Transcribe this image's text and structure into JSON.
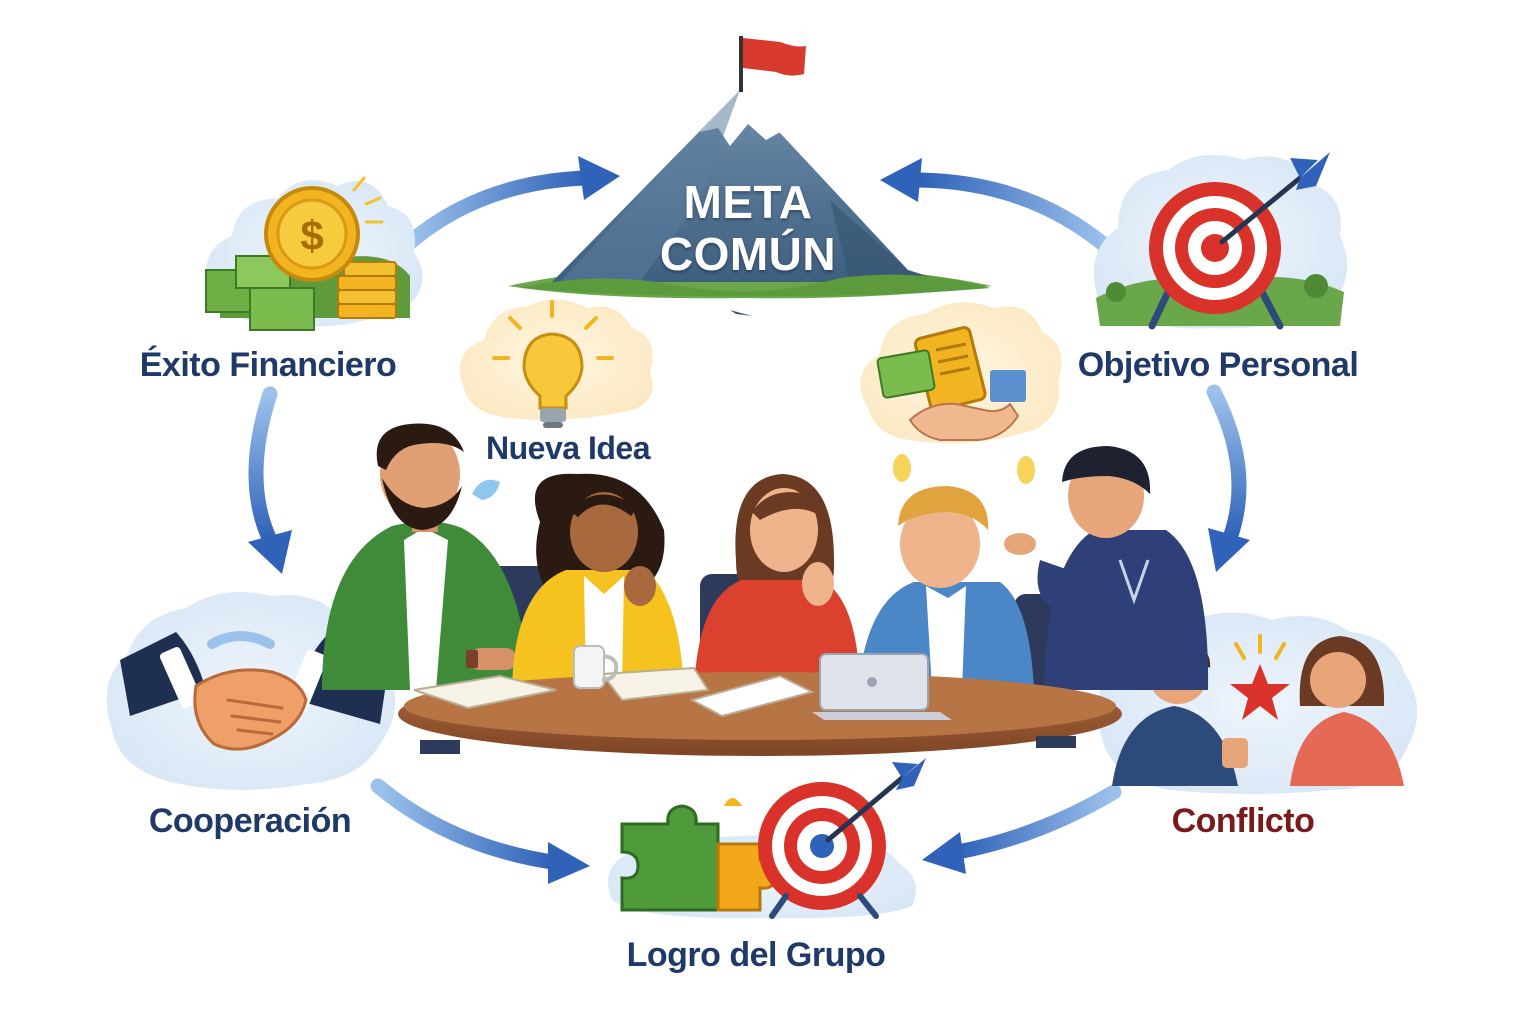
{
  "title": {
    "line1": "META",
    "line2": "COMÚN"
  },
  "nodes": {
    "exito_financiero": "Éxito Financiero",
    "objetivo_personal": "Objetivo Personal",
    "nueva_idea": "Nueva Idea",
    "cooperacion": "Cooperación",
    "conflicto": "Conflicto",
    "logro_grupo": "Logro del Grupo"
  },
  "colors": {
    "label_navy": "#1f3a68",
    "label_conflict": "#7a1a1a",
    "arrow_blue": "#2f62b8",
    "flag_red": "#d83a2e",
    "mountain": "#4e6f8f",
    "target_red": "#d8322a"
  },
  "icons": {
    "top": "mountain-flag-icon",
    "top_left": "coins-money-icon",
    "top_right": "archery-target-icon",
    "idea": "lightbulb-icon",
    "deal": "handshake-money-icon",
    "left": "handshake-icon",
    "right": "argument-people-icon",
    "bottom": "puzzle-target-icon"
  }
}
